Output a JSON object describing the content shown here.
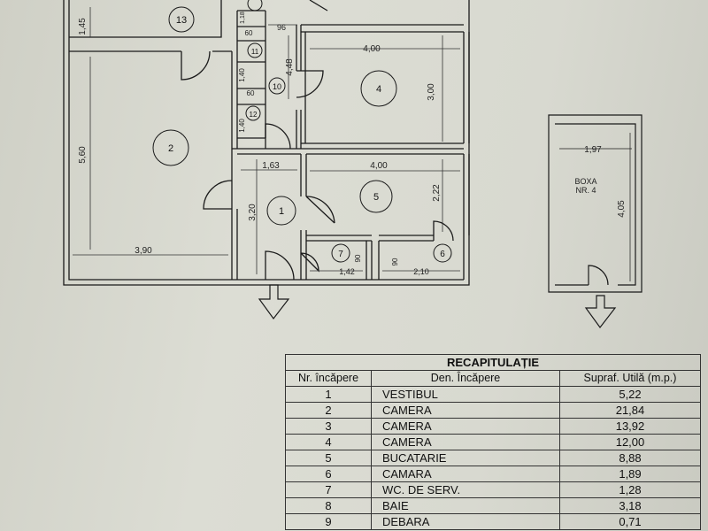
{
  "plan": {
    "dimensions": {
      "d_1_45": "1,45",
      "d_96": "96",
      "d_1_18": "1,18",
      "d_60_a": "60",
      "d_1_40_a": "1,40",
      "d_60_b": "60",
      "d_1_40_b": "1,40",
      "d_4_48": "4,48",
      "d_4_00_a": "4,00",
      "d_3_00": "3,00",
      "d_5_60": "5,60",
      "d_1_63": "1,63",
      "d_4_00_b": "4,00",
      "d_2_22": "2,22",
      "d_3_20": "3,20",
      "d_3_90": "3,90",
      "d_90_a": "90",
      "d_1_42": "1,42",
      "d_90_b": "90",
      "d_2_10": "2,10"
    },
    "room_numbers": {
      "r13": "13",
      "r11": "11",
      "r10": "10",
      "r12": "12",
      "r4": "4",
      "r2": "2",
      "r1": "1",
      "r5": "5",
      "r7": "7",
      "r6": "6"
    },
    "boxa": {
      "title": "BOXA",
      "subtitle": "NR. 4",
      "width": "1,97",
      "length": "4,05"
    }
  },
  "recap": {
    "title": "RECAPITULAȚIE",
    "headers": {
      "nr": "Nr. încăpere",
      "den": "Den. Încăpere",
      "sup": "Supraf. Utilă (m.p.)"
    },
    "rows": [
      {
        "nr": "1",
        "den": "VESTIBUL",
        "sup": "5,22"
      },
      {
        "nr": "2",
        "den": "CAMERA",
        "sup": "21,84"
      },
      {
        "nr": "3",
        "den": "CAMERA",
        "sup": "13,92"
      },
      {
        "nr": "4",
        "den": "CAMERA",
        "sup": "12,00"
      },
      {
        "nr": "5",
        "den": "BUCATARIE",
        "sup": "8,88"
      },
      {
        "nr": "6",
        "den": "CAMARA",
        "sup": "1,89"
      },
      {
        "nr": "7",
        "den": "WC. DE SERV.",
        "sup": "1,28"
      },
      {
        "nr": "8",
        "den": "BAIE",
        "sup": "3,18"
      },
      {
        "nr": "9",
        "den": "DEBARA",
        "sup": "0,71"
      }
    ]
  }
}
